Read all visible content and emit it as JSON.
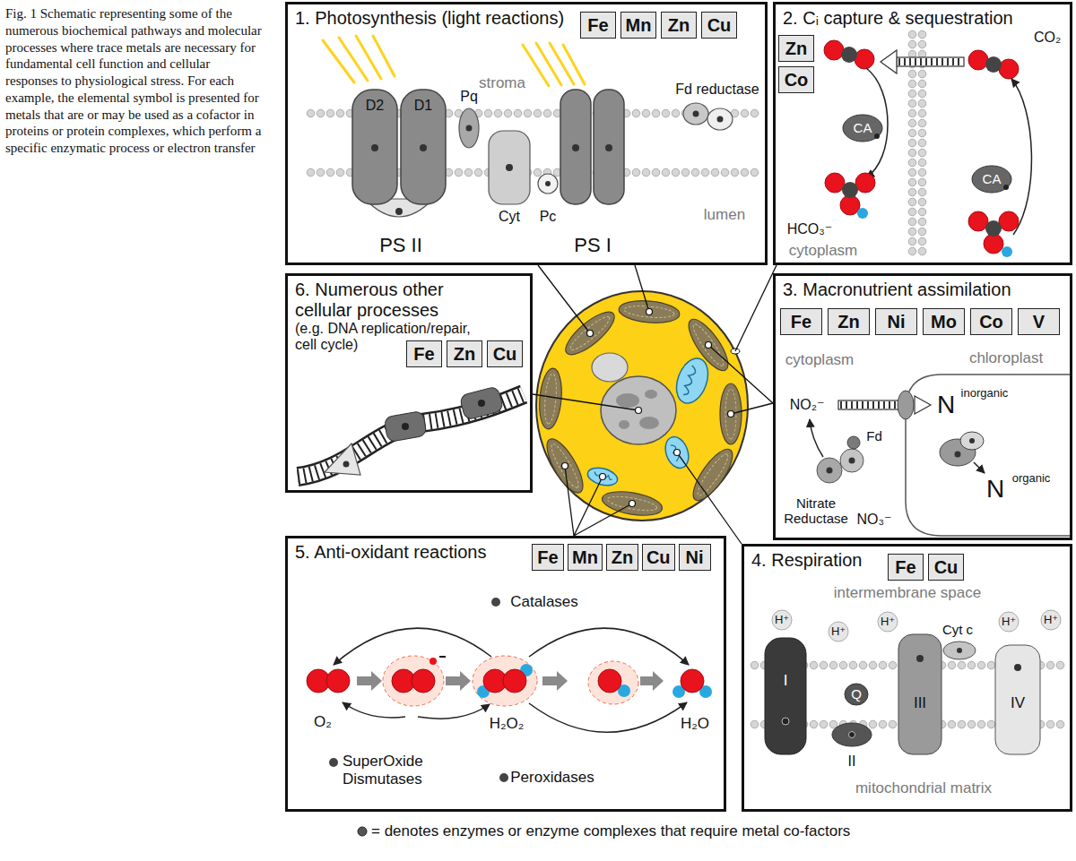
{
  "diagram": {
    "caption": "Fig. 1 Schematic representing some of the numerous biochemical pathways and molecular processes where trace metals are necessary for fundamental cell function and cellular responses to physiological stress. For each example, the elemental symbol is presented for metals that are or may be used as a cofactor in proteins or protein complexes, which perform a specific enzymatic process or electron transfer",
    "nodes": [
      {
        "text": [
          "1. Photosynthesis (light reactions)"
        ]
      },
      {
        "text": [
          "Fe"
        ],
        "in": 0
      },
      {
        "text": [
          "Mn"
        ],
        "in": 0
      },
      {
        "text": [
          "Zn"
        ],
        "in": 0
      },
      {
        "text": [
          "Cu"
        ],
        "in": 0
      },
      {
        "text": [
          "2. Cᵢ capture & sequestration"
        ]
      },
      {
        "text": [
          "Zn"
        ],
        "in": 5
      },
      {
        "text": [
          "Co"
        ],
        "in": 5
      },
      {
        "text": [
          "6. Numerous other cellular processes",
          "(e.g. DNA replication/repair, cell cycle)"
        ]
      },
      {
        "text": [
          "Fe"
        ],
        "in": 8
      },
      {
        "text": [
          "Zn"
        ],
        "in": 8
      },
      {
        "text": [
          "Cu"
        ],
        "in": 8
      },
      {
        "text": [
          "3. Macronutrient assimilation"
        ]
      },
      {
        "text": [
          "Fe"
        ],
        "in": 12
      },
      {
        "text": [
          "Zn"
        ],
        "in": 12
      },
      {
        "text": [
          "Ni"
        ],
        "in": 12
      },
      {
        "text": [
          "Mo"
        ],
        "in": 12
      },
      {
        "text": [
          "Co"
        ],
        "in": 12
      },
      {
        "text": [
          "V"
        ],
        "in": 12
      },
      {
        "text": [
          "5. Anti-oxidant reactions"
        ]
      },
      {
        "text": [
          "Fe"
        ],
        "in": 19
      },
      {
        "text": [
          "Mn"
        ],
        "in": 19
      },
      {
        "text": [
          "Zn"
        ],
        "in": 19
      },
      {
        "text": [
          "Cu"
        ],
        "in": 19
      },
      {
        "text": [
          "Ni"
        ],
        "in": 19
      },
      {
        "text": [
          "4. Respiration"
        ]
      },
      {
        "text": [
          "Fe"
        ],
        "in": 25
      },
      {
        "text": [
          "Cu"
        ],
        "in": 25
      }
    ],
    "labels": [
      "stroma",
      "Pq",
      "Fd reductase",
      "D2",
      "D1",
      "Cyt",
      "Pc",
      "PS II",
      "PS I",
      "lumen",
      "CO₂",
      "CA",
      "CA",
      "HCO₃⁻",
      "cytoplasm",
      "cytoplasm",
      "chloroplast",
      "NO₂⁻",
      "N",
      "inorganic",
      "Fd",
      "N",
      "organic",
      "Nitrate Reductase",
      "NO₃⁻",
      "Catalases",
      "O₂",
      "H₂O₂",
      "H₂O",
      "SuperOxide Dismutases",
      "Peroxidases",
      "intermembrane space",
      "H⁺",
      "H⁺",
      "H⁺",
      "H⁺",
      "H⁺",
      "Cyt c",
      "I",
      "Q",
      "III",
      "IV",
      "II",
      "mitochondrial matrix"
    ],
    "legend": [
      {
        "text": "= denotes enzymes or enzyme complexes that require metal co-factors"
      }
    ]
  }
}
